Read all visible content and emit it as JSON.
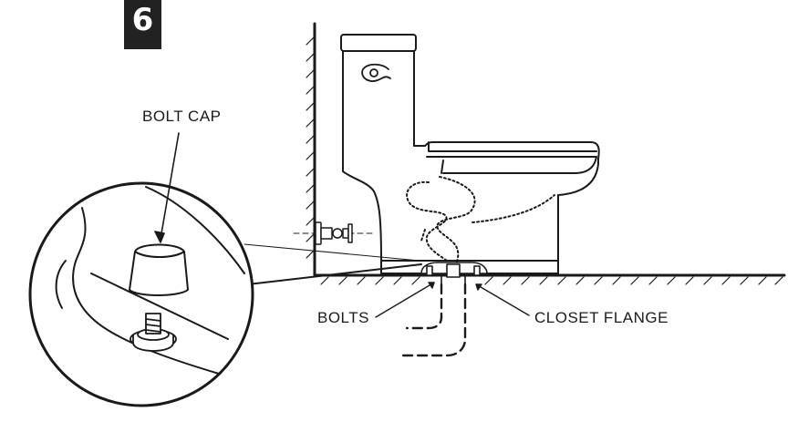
{
  "step": {
    "number": "6"
  },
  "labels": {
    "bolt_cap": "BOLT CAP",
    "bolts": "BOLTS",
    "closet_flange": "CLOSET FLANGE"
  },
  "colors": {
    "ink": "#1a1a1a",
    "badge": "#222222",
    "background": "#ffffff"
  }
}
